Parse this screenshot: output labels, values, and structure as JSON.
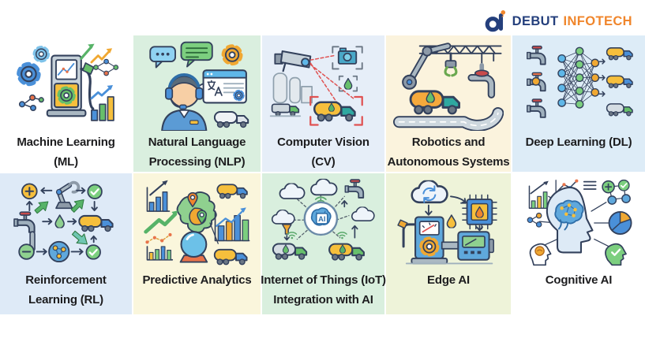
{
  "brand": {
    "logo_text_primary": "DEBUT",
    "logo_text_secondary": "INFOTECH",
    "logo_mark": "dj-monogram-icon",
    "color_primary": "#243f7c",
    "color_secondary": "#f0862c"
  },
  "page": {
    "background": "#ffffff"
  },
  "cards": [
    {
      "id": "machine-learning",
      "label": "Machine Learning (ML)",
      "label_line1": "Machine Learning",
      "label_line2": "(ML)",
      "background": "#ffffff",
      "illustration": "fuel-pump-gears-growth-arrows-neural-net-bars"
    },
    {
      "id": "natural-language-processing",
      "label": "Natural Language Processing (NLP)",
      "label_line1": "Natural Language",
      "label_line2": "Processing (NLP)",
      "background": "#daefdf",
      "illustration": "support-agent-speech-bubbles-translation-window-tanker"
    },
    {
      "id": "computer-vision",
      "label": "Computer Vision (CV)",
      "label_line1": "Computer Vision",
      "label_line2": "(CV)",
      "background": "#e6eef8",
      "illustration": "cctv-camera-detection-brackets-tanker-truck"
    },
    {
      "id": "robotics-autonomous-systems",
      "label": "Robotics and Autonomous Systems",
      "label_line1": "Robotics and",
      "label_line2": "Autonomous Systems",
      "background": "#fbf3dd",
      "illustration": "robotic-crane-arm-truss-tanker-truck-road"
    },
    {
      "id": "deep-learning",
      "label": "Deep Learning (DL)",
      "label_line1": "Deep Learning (DL)",
      "label_line2": "",
      "background": "#ddecf7",
      "illustration": "faucets-neural-network-tanker-trucks"
    },
    {
      "id": "reinforcement-learning",
      "label": "Reinforcement Learning (RL)",
      "label_line1": "Reinforcement",
      "label_line2": "Learning (RL)",
      "background": "#deeaf7",
      "illustration": "reward-loop-robot-arm-valve-droplet-truck-checks"
    },
    {
      "id": "predictive-analytics",
      "label": "Predictive Analytics",
      "label_line1": "Predictive Analytics",
      "label_line2": "",
      "background": "#faf6dc",
      "illustration": "bar-charts-map-pins-crystal-ball-tankers"
    },
    {
      "id": "iot-integration-ai",
      "label": "Internet of Things (IoT) Integration with AI",
      "label_line1": "Internet of Things (IoT)",
      "label_line2": "Integration with AI",
      "ai_label": "AI",
      "background": "#d9efde",
      "illustration": "ai-brain-hub-clouds-wifi-faucet-tankers"
    },
    {
      "id": "edge-ai",
      "label": "Edge AI",
      "label_line1": "Edge AI",
      "label_line2": "",
      "background": "#eef3d9",
      "illustration": "cloud-sync-fuel-pump-chip-droplet-flow-meter"
    },
    {
      "id": "cognitive-ai",
      "label": "Cognitive AI",
      "label_line1": "Cognitive AI",
      "label_line2": "",
      "background": "#ffffff",
      "illustration": "head-profile-brain-network-charts-pie-checks"
    }
  ]
}
